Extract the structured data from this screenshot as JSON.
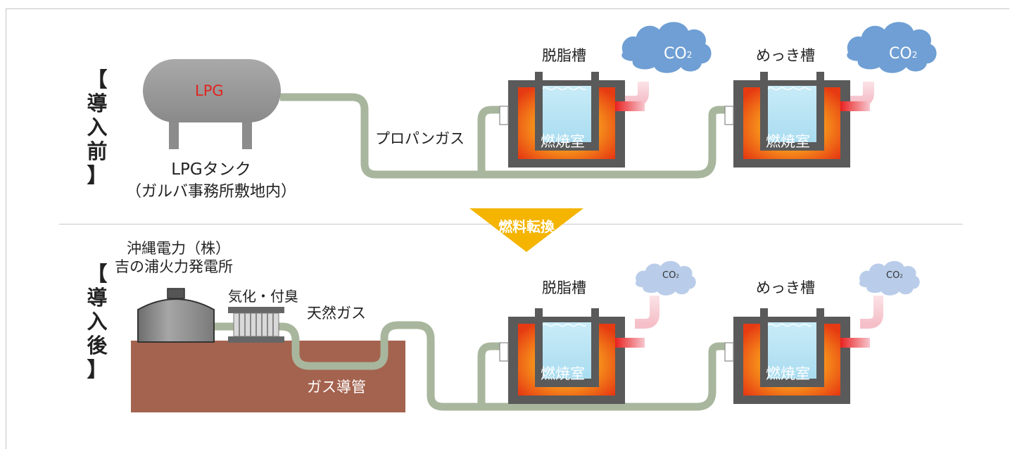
{
  "before": {
    "section_label": "【\n導\n入\n前\n】",
    "tank_label": "LPG",
    "tank_caption": "LPGタンク",
    "tank_location": "（ガルバ事務所敷地内）",
    "gas_label": "プロパンガス"
  },
  "after": {
    "section_label": "【\n導\n入\n後\n】",
    "plant_line1": "沖縄電力（株）",
    "plant_line2": "吉の浦火力発電所",
    "vaporizer_label": "気化・付臭",
    "gas_label": "天然ガス",
    "pipe_label": "ガス導管"
  },
  "conversion_label": "燃料転換",
  "tanks": {
    "degreasing": "脱脂槽",
    "plating": "めっき槽",
    "combustion": "燃焼室"
  },
  "co2": {
    "main": "CO",
    "sub": "2"
  },
  "colors": {
    "pipe": "#a8b69d",
    "cloud_large": "#6f9fd4",
    "cloud_small": "#b9cdea",
    "ground": "#a4634f",
    "furnace_frame": "#5a5a5a",
    "water": "#b7e2f3",
    "banner": "#f4b400",
    "lpg_text": "#e0241f"
  }
}
